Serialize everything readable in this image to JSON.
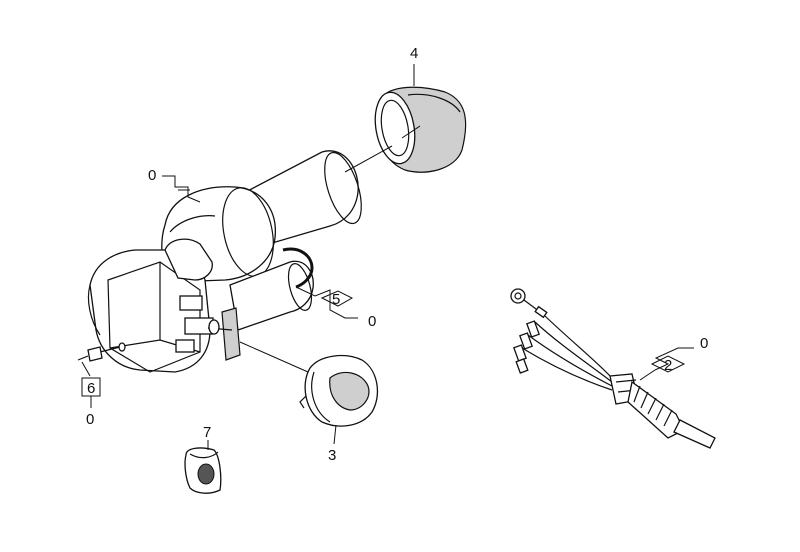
{
  "callouts": {
    "c4": "4",
    "c0_top": "0",
    "c5": "5",
    "c0_mid": "0",
    "c6": "6",
    "c0_bottom": "0",
    "c7": "7",
    "c3": "3",
    "c2": "2",
    "c0_right": "0"
  }
}
